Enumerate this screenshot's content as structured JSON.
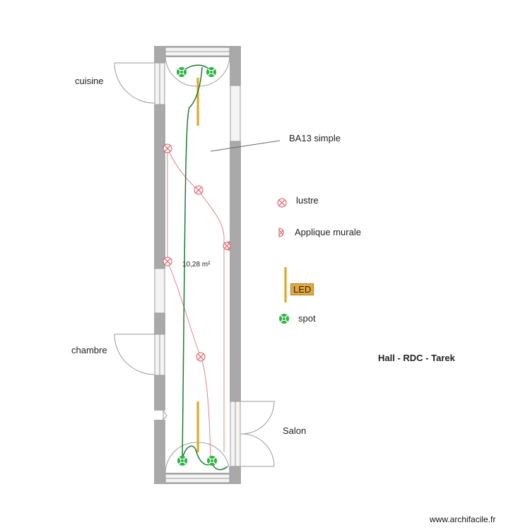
{
  "plan": {
    "title": "Hall - RDC - Tarek",
    "area": "10,28 m²",
    "wall_type": "BA13 simple",
    "rooms": {
      "kitchen": "cuisine",
      "bedroom": "chambre",
      "living": "Salon"
    }
  },
  "legend": {
    "chandelier": "lustre",
    "wall_light": "Applique murale",
    "led": "LED",
    "spot": "spot"
  },
  "credit": "www.archifacile.fr",
  "colors": {
    "wall": "#a9a9a9",
    "light_wire": "#e0848e",
    "spot_wire": "#1e7a35",
    "spot_fill": "#2fb344",
    "led": "#e3a21a"
  }
}
